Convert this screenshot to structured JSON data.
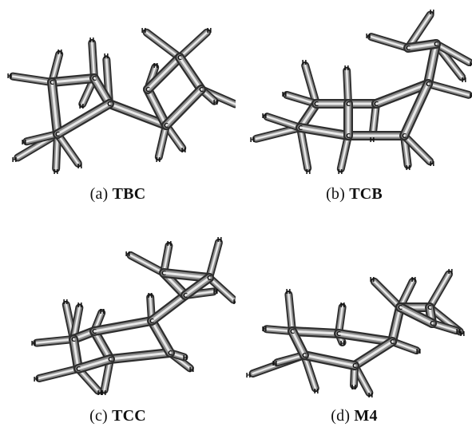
{
  "panels": [
    {
      "prefix": "(a)",
      "name": "TBC",
      "atom_labels": {
        "carbon": "C",
        "hydrogen": "H"
      }
    },
    {
      "prefix": "(b)",
      "name": "TCB",
      "atom_labels": {
        "carbon": "C",
        "hydrogen": "H"
      }
    },
    {
      "prefix": "(c)",
      "name": "TCC",
      "atom_labels": {
        "carbon": "C",
        "hydrogen": "H"
      }
    },
    {
      "prefix": "(d)",
      "name": "M4",
      "atom_labels": {
        "carbon": "C",
        "hydrogen": "H"
      }
    }
  ],
  "colors": {
    "background": "#ffffff",
    "bond_dark": "#2e2e2e",
    "bond_light": "#e8e8e8",
    "caption": "#111111"
  }
}
